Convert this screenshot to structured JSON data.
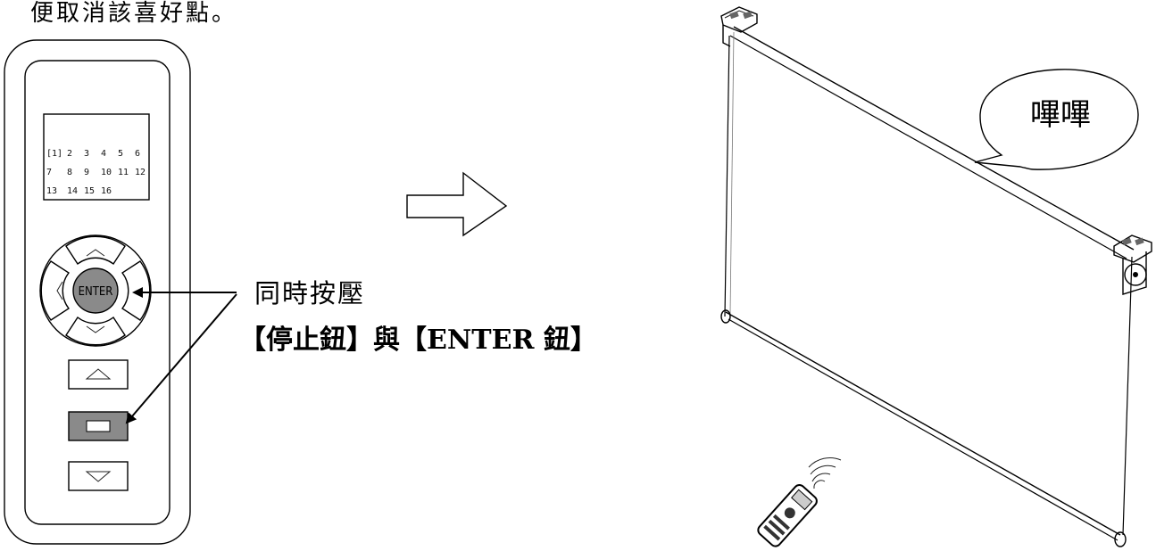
{
  "instruction_text": "便取消該喜好點。",
  "remote": {
    "channels": [
      [
        "[1]",
        "2",
        "3",
        "4",
        "5",
        "6"
      ],
      [
        "7",
        "8",
        "9",
        "10",
        "11",
        "12"
      ],
      [
        "13",
        "14",
        "15",
        "16"
      ]
    ],
    "enter_label": "ENTER"
  },
  "caption": {
    "line1": "同時按壓",
    "line2": "【停止鈕】與【ENTER 鈕】"
  },
  "speech_bubble": "嗶嗶",
  "colors": {
    "highlight_button": "#8a8a8a",
    "line": "#000000"
  }
}
